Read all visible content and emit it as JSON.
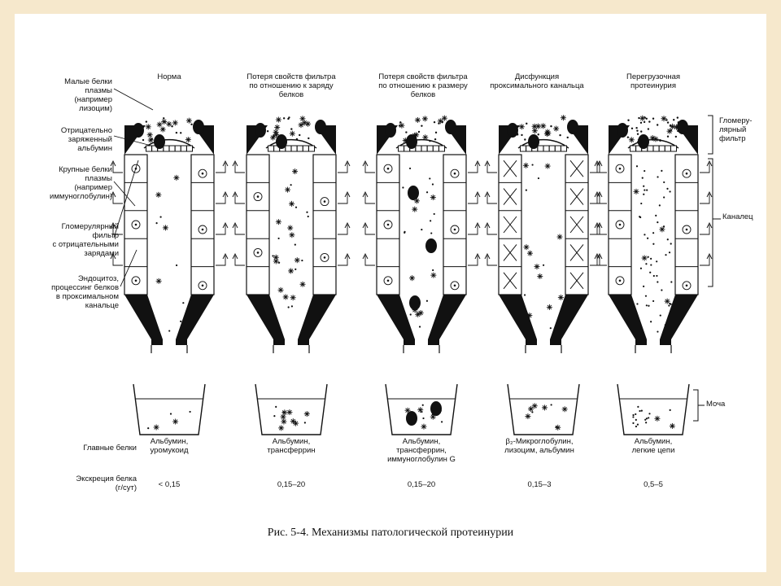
{
  "columns": [
    {
      "title": "Норма",
      "main_proteins": "Альбумин,\nуромукоид",
      "excretion": "< 0,15"
    },
    {
      "title": "Потеря свойств фильтра\nпо отношению к заряду\nбелков",
      "main_proteins": "Альбумин,\nтрансферрин",
      "excretion": "0,15–20"
    },
    {
      "title": "Потеря свойств фильтра\nпо отношению к размеру\nбелков",
      "main_proteins": "Альбумин,\nтрансферрин,\nиммуноглобулин G",
      "excretion": "0,15–20"
    },
    {
      "title": "Дисфункция\nпроксимального канальца",
      "main_proteins": "β₂-Микроглобулин,\nлизоцим, альбумин",
      "excretion": "0,15–3"
    },
    {
      "title": "Перегрузочная\nпротеинурия",
      "main_proteins": "Альбумин,\nлегкие цепи",
      "excretion": "0,5–5"
    }
  ],
  "left_labels": {
    "small_proteins": "Малые белки\nплазмы\n(например\nлизоцим)",
    "albumin": "Отрицательно\nзаряженный\nальбумин",
    "large_proteins": "Крупные белки\nплазмы\n(например\nиммуноглобулин)",
    "glomerular_filter": "Гломерулярный\nфильтр\nс отрицательными\nзарядами",
    "endocytosis": "Эндоцитоз,\nпроцессинг белков\nв проксимальном\nканальце"
  },
  "right_labels": {
    "glomerular_filter": "Гломеру-\nлярный\nфильтр",
    "tubule": "Каналец",
    "urine": "Моча"
  },
  "row_labels": {
    "main_proteins": "Главные белки",
    "excretion": "Экскреция белка\n(г/сут)"
  },
  "caption": "Рис. 5-4. Механизмы патологической протеинурии"
}
